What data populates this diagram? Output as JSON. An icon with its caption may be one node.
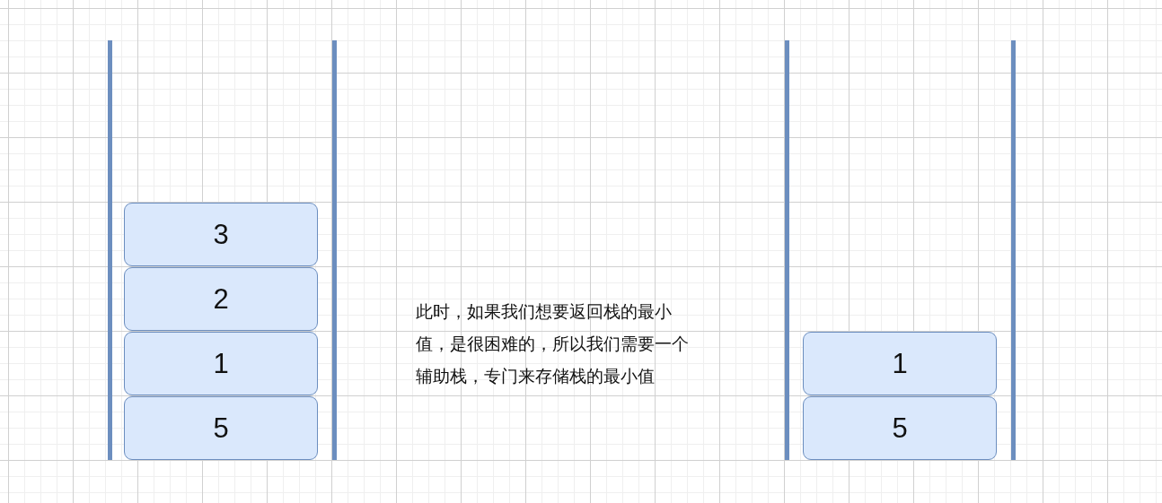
{
  "diagram": {
    "nodes": [
      {
        "text": [
          "3"
        ]
      },
      {
        "text": [
          "2"
        ]
      },
      {
        "text": [
          "1"
        ]
      },
      {
        "text": [
          "5"
        ]
      },
      {
        "text": [
          "1"
        ]
      },
      {
        "text": [
          "5"
        ]
      }
    ],
    "labels": [
      "此时，如果我们想要返回栈的最小值，是很困难的，所以我们需要一个辅助栈，专门来存储栈的最小值"
    ]
  }
}
